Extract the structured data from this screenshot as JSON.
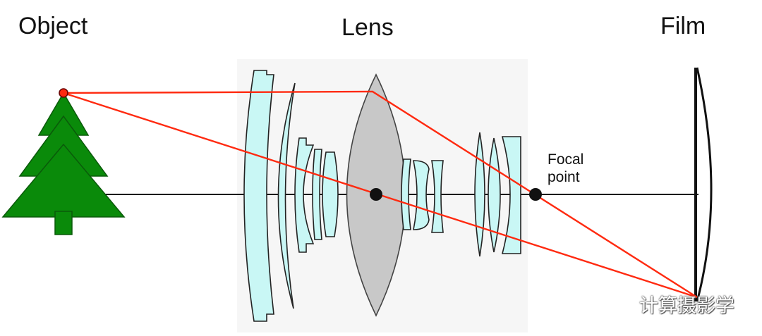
{
  "labels": {
    "object": "Object",
    "lens": "Lens",
    "film": "Film",
    "focal_line1": "Focal",
    "focal_line2": "point"
  },
  "watermark": {
    "text": "计算摄影学",
    "icon": "wechat-icon"
  },
  "colors": {
    "ray": "#ff2a10",
    "axis": "#111111",
    "tree": "#0a8a0a",
    "lens_element": "#c9f7f5",
    "main_lens": "#c8c8c8",
    "outline": "#222222"
  }
}
